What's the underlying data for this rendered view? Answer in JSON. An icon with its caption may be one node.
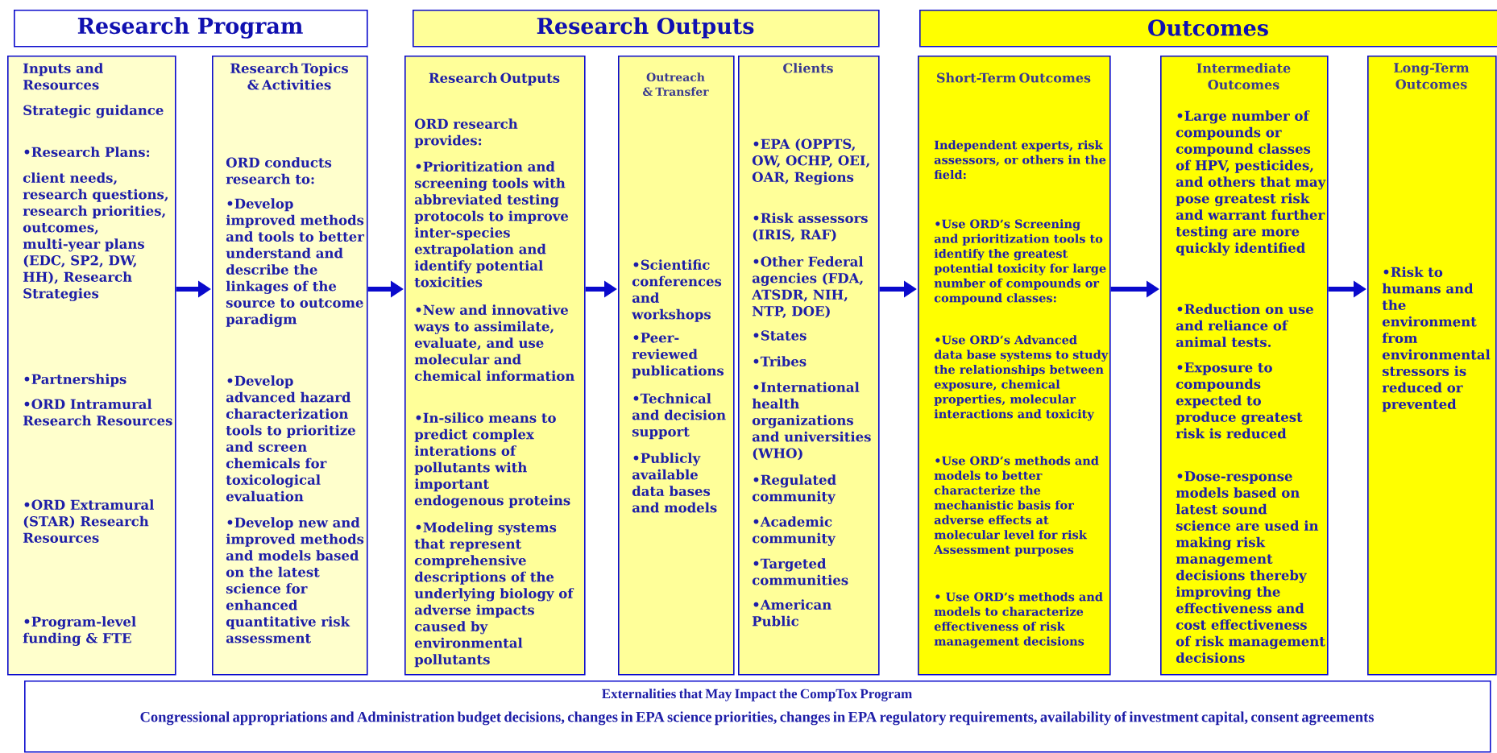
{
  "diagram": {
    "nodes": [
      {
        "text": [
          "Research Program"
        ]
      },
      {
        "text": [
          "Research Outputs"
        ]
      },
      {
        "text": [
          "Outcomes"
        ]
      },
      {
        "text": [
          "Inputs and Resources",
          "Strategic guidance",
          "•Research Plans:",
          "client needs, research questions, research priorities, outcomes, multi-year plans (EDC, SP2, DW, HH), Research Strategies",
          "•Partnerships",
          "•ORD Intramural Research Resources",
          "•ORD Extramural (STAR) Research Resources",
          "•Program-level funding & FTE"
        ]
      },
      {
        "text": [
          "Research Topics & Activities",
          "ORD conducts research to:",
          "•Develop improved methods and tools to better understand and describe the linkages of the source to outcome paradigm",
          "•Develop advanced hazard characterization tools to prioritize and screen chemicals for toxicological evaluation",
          "•Develop new and improved methods and models based on the latest science for enhanced quantitative risk assessment"
        ]
      },
      {
        "text": [
          "Research Outputs",
          "ORD research provides:",
          "•Prioritization and screening tools with abbreviated testing protocols to improve inter-species extrapolation and identify potential toxicities",
          "•New and innovative ways to assimilate, evaluate, and use molecular and chemical information",
          "•In-silico means to predict complex interations of pollutants with important endogenous proteins",
          "•Modeling systems that represent comprehensive descriptions of the underlying biology of adverse impacts caused by environmental pollutants"
        ]
      },
      {
        "text": [
          "Outreach & Transfer",
          "•Scientific conferences and workshops",
          "•Peer-reviewed publications",
          "•Technical and decision support",
          "•Publicly available data bases and models"
        ]
      },
      {
        "text": [
          "Clients",
          "•EPA (OPPTS, OW, OCHP, OEI, OAR, Regions",
          "•Risk assessors (IRIS, RAF)",
          "•Other Federal agencies (FDA, ATSDR, NIH, NTP, DOE)",
          "•States",
          "•Tribes",
          "•International health organizations and universities (WHO)",
          "•Regulated community",
          "•Academic community",
          "•Targeted communities",
          "•American Public"
        ]
      },
      {
        "text": [
          "Short-Term Outcomes",
          "Independent experts, risk assessors, or others in the field:",
          "•Use ORD’s Screening and prioritization tools to identify the greatest potential toxicity for large number of compounds or compound classes:",
          "•Use ORD’s Advanced data base systems to study the relationships between exposure, chemical properties, molecular interactions and toxicity",
          "•Use ORD’s methods and models to better characterize the mechanistic basis for adverse effects at molecular level for risk Assessment purposes",
          "• Use ORD’s methods and models to characterize effectiveness of risk management decisions"
        ]
      },
      {
        "text": [
          "Intermediate Outcomes",
          "•Large number of compounds or compound classes of HPV, pesticides, and others that may pose greatest risk and warrant further testing are more quickly identified",
          "•Reduction on use and reliance of animal tests.",
          "•Exposure to compounds expected to produce greatest risk is reduced",
          "•Dose-response models based on latest sound science are used in making risk management decisions thereby improving the effectiveness and cost effectiveness of risk management decisions"
        ]
      },
      {
        "text": [
          "Long-Term Outcomes",
          "•Risk to humans and the environment from environmental stressors is reduced or prevented"
        ]
      },
      {
        "text": [
          "Externalities that May Impact the CompTox Program",
          "Congressional appropriations and Administration budget decisions, changes in EPA science priorities, changes in EPA regulatory requirements, availability of investment capital, consent agreements"
        ]
      }
    ],
    "edges": [
      {
        "from": 3,
        "to": 4,
        "arrow": "to"
      },
      {
        "from": 4,
        "to": 5,
        "arrow": "to"
      },
      {
        "from": 5,
        "to": 6,
        "arrow": "to"
      },
      {
        "from": 7,
        "to": 8,
        "arrow": "to"
      },
      {
        "from": 8,
        "to": 9,
        "arrow": "to"
      },
      {
        "from": 9,
        "to": 10,
        "arrow": "to"
      }
    ]
  }
}
